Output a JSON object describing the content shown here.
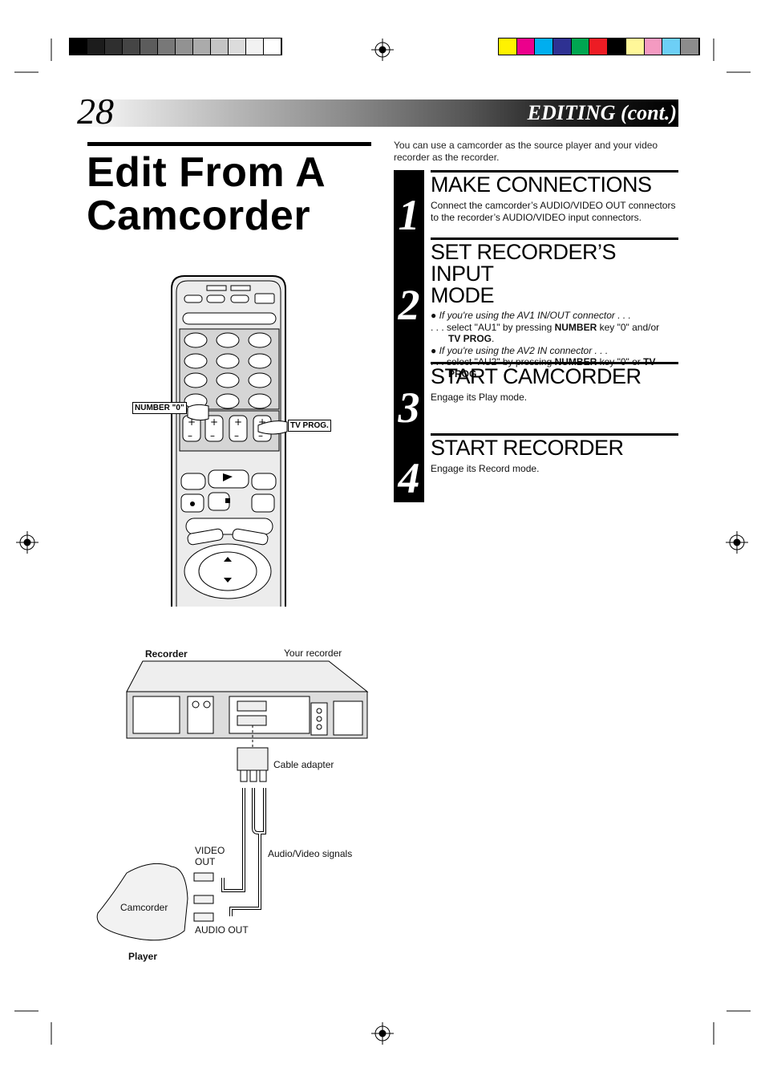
{
  "header": {
    "page_number": "28",
    "section": "EDITING (cont.)"
  },
  "title": {
    "line1": "Edit From A",
    "line2": "Camcorder"
  },
  "intro": "You can use a camcorder as the source player and your video recorder as the recorder.",
  "steps": [
    {
      "number": "1",
      "heading": "MAKE CONNECTIONS",
      "body": "Connect the camcorder’s AUDIO/VIDEO OUT connectors to the recorder’s AUDIO/VIDEO input connectors."
    },
    {
      "number": "2",
      "heading_line1": "SET RECORDER’S INPUT",
      "heading_line2": "MODE",
      "bullet1": "If you're using the AV1 IN/OUT connector . . .",
      "line1a": ". . . select \"AU1\" by pressing ",
      "line1a_bold": "NUMBER",
      "line1a_rest": " key \"0\" and/or",
      "line1b_bold": "TV PROG",
      "line1b_rest": ".",
      "bullet2": "If you're using the AV2 IN connector . . .",
      "line2a": ". . . select \"AU2\" by pressing ",
      "line2a_bold": "NUMBER",
      "line2a_rest": " key \"0\" or ",
      "line2a_bold2": "TV",
      "line2b_bold": "PROG",
      "line2b_rest": "."
    },
    {
      "number": "3",
      "heading": "START CAMCORDER",
      "body": "Engage its Play mode."
    },
    {
      "number": "4",
      "heading": "START RECORDER",
      "body": "Engage its Record mode."
    }
  ],
  "remote_callouts": {
    "number0": "NUMBER \"0\"",
    "tvprog": "TV PROG."
  },
  "diagram": {
    "recorder": "Recorder",
    "your_recorder": "Your recorder",
    "cable_adapter": "Cable adapter",
    "video_out_1": "VIDEO",
    "video_out_2": "OUT",
    "av_signals": "Audio/Video signals",
    "camcorder": "Camcorder",
    "audio_out": "AUDIO OUT",
    "player": "Player"
  },
  "colors": {
    "gray_scale": [
      "#000000",
      "#1c1c1c",
      "#2f2f2f",
      "#454545",
      "#5c5c5c",
      "#787878",
      "#929292",
      "#ababab",
      "#c4c4c4",
      "#dcdcdc",
      "#f2f2f2",
      "#ffffff"
    ],
    "color_patches": [
      "#fff200",
      "#ec008c",
      "#00aeef",
      "#2e3192",
      "#00a651",
      "#ed1c24",
      "#000000",
      "#fff799",
      "#f49ac1",
      "#6dcff6",
      "#8c8c8c"
    ]
  }
}
